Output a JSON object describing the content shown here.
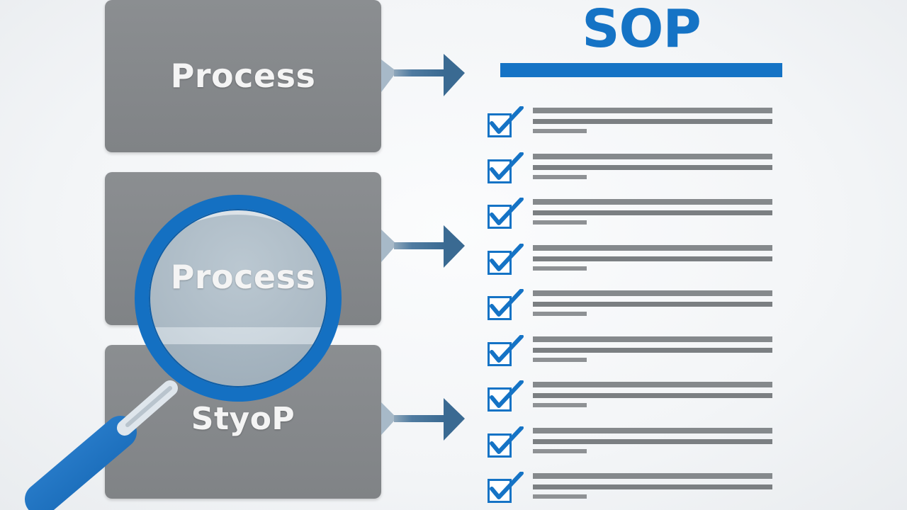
{
  "sop": {
    "title": "SOP"
  },
  "process_boxes": [
    {
      "label": "Process"
    },
    {
      "label": "Process"
    },
    {
      "label": "StyoP"
    }
  ],
  "checklist": {
    "item_count": 9,
    "checked": [
      true,
      true,
      true,
      true,
      true,
      true,
      true,
      true,
      true
    ]
  },
  "icons": {
    "magnifier": "magnifying-glass-icon",
    "arrow": "arrow-right-icon",
    "check": "checkbox-checked-icon"
  },
  "colors": {
    "accent_blue": "#1573c5",
    "box_gray": "#86898c",
    "arrow_blue": "#3f6f96",
    "line_gray": "#85898c"
  }
}
